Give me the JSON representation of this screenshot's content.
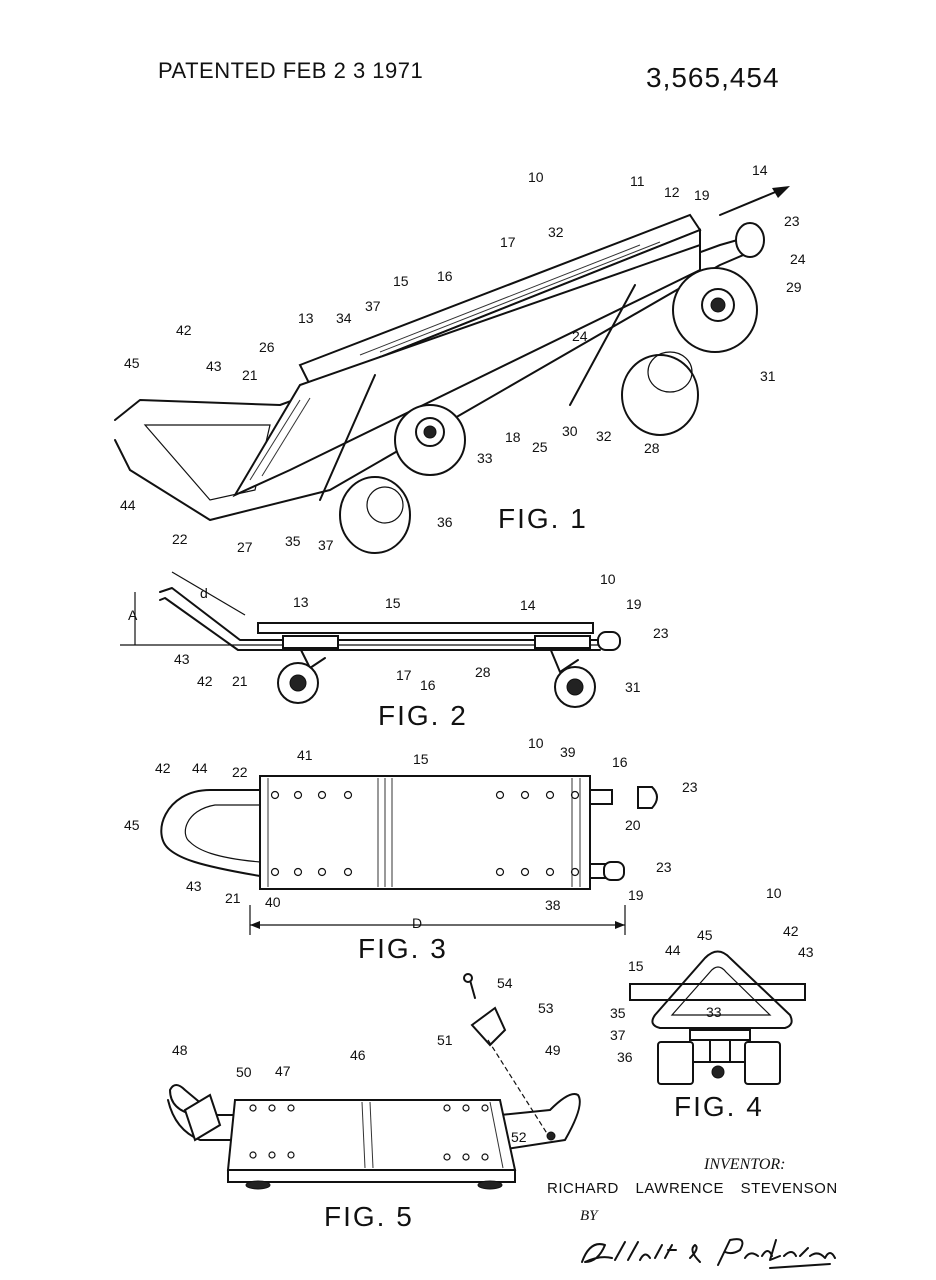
{
  "header": {
    "patented_date": "PATENTED FEB 2 3 1971",
    "patent_number": "3,565,454"
  },
  "figures": [
    {
      "label": "FIG. 1"
    },
    {
      "label": "FIG. 2"
    },
    {
      "label": "FIG. 3"
    },
    {
      "label": "FIG. 4"
    },
    {
      "label": "FIG. 5"
    }
  ],
  "fig1_refs": [
    "10",
    "11",
    "12",
    "19",
    "14",
    "23",
    "32",
    "17",
    "16",
    "15",
    "24",
    "29",
    "42",
    "13",
    "34",
    "37",
    "26",
    "24",
    "43",
    "45",
    "21",
    "31",
    "33",
    "18",
    "25",
    "30",
    "32",
    "28",
    "44",
    "22",
    "27",
    "35",
    "37",
    "36"
  ],
  "fig2_refs": [
    "10",
    "13",
    "15",
    "14",
    "19",
    "23",
    "d",
    "A",
    "43",
    "42",
    "21",
    "17",
    "16",
    "28",
    "31"
  ],
  "fig3_refs": [
    "10",
    "41",
    "15",
    "39",
    "16",
    "42",
    "44",
    "22",
    "23",
    "45",
    "20",
    "23",
    "43",
    "21",
    "40",
    "38",
    "19",
    "D"
  ],
  "fig4_refs": [
    "10",
    "45",
    "42",
    "44",
    "43",
    "15",
    "35",
    "33",
    "37",
    "36"
  ],
  "fig5_refs": [
    "54",
    "53",
    "51",
    "48",
    "46",
    "49",
    "50",
    "47",
    "52"
  ],
  "inventor": {
    "heading": "INVENTOR:",
    "name": "RICHARD LAWRENCE STEVENSON",
    "by": "BY",
    "attorney_signature": "Elliott & Pastoriza"
  }
}
